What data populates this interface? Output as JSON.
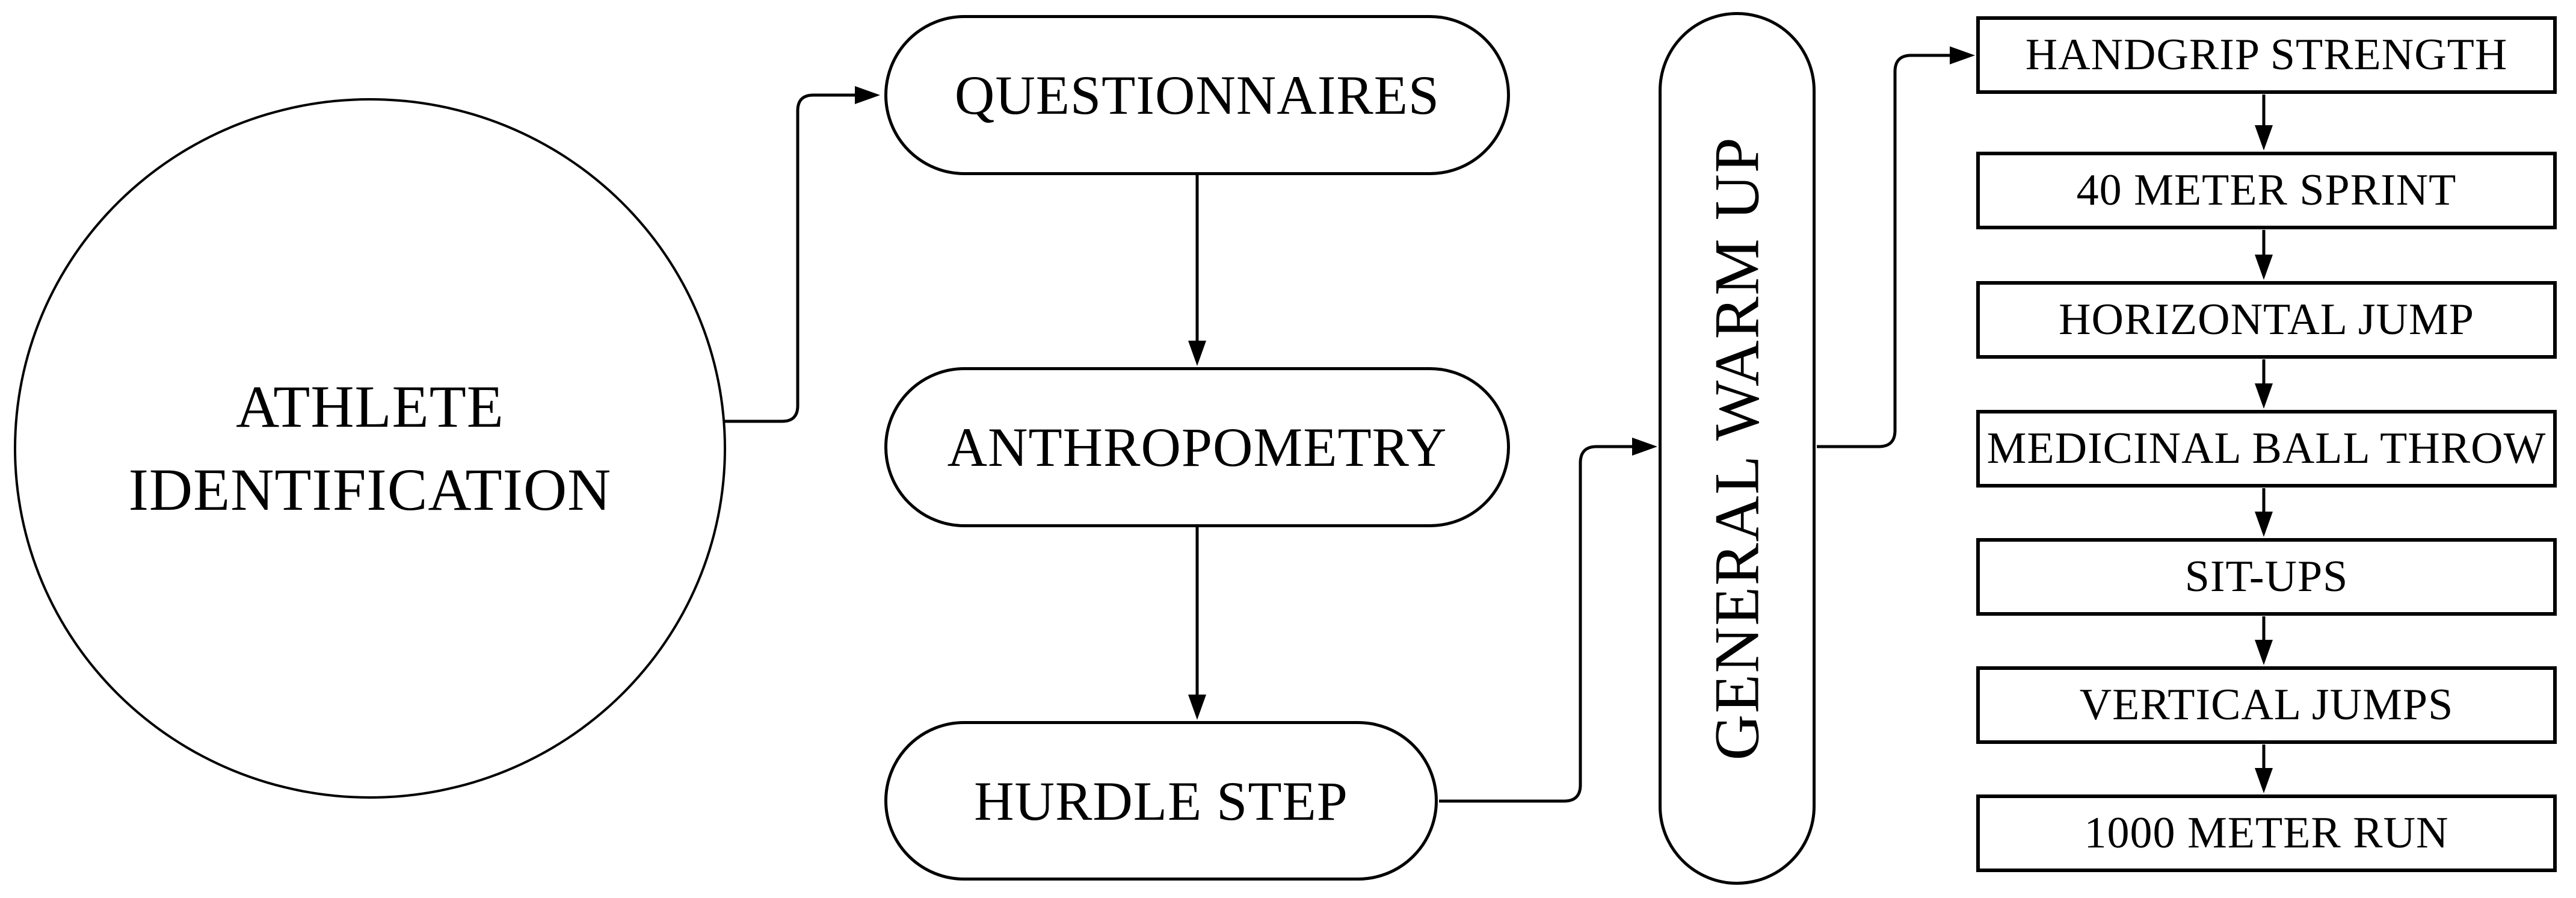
{
  "figure": {
    "background_color": "#ffffff",
    "stroke_color": "#000000",
    "start_node": {
      "line1": "ATHLETE",
      "line2": "IDENTIFICATION"
    },
    "sequence_nodes": [
      {
        "label": "QUESTIONNAIRES"
      },
      {
        "label": "ANTHROPOMETRY"
      },
      {
        "label": "HURDLE STEP"
      }
    ],
    "warmup_node": {
      "label": "GENERAL WARM UP"
    },
    "test_nodes": [
      {
        "label": "HANDGRIP STRENGTH"
      },
      {
        "label": "40 METER SPRINT"
      },
      {
        "label": "HORIZONTAL JUMP"
      },
      {
        "label": "MEDICINAL BALL THROW"
      },
      {
        "label": "SIT-UPS"
      },
      {
        "label": "VERTICAL JUMPS"
      },
      {
        "label": "1000 METER RUN"
      }
    ]
  }
}
